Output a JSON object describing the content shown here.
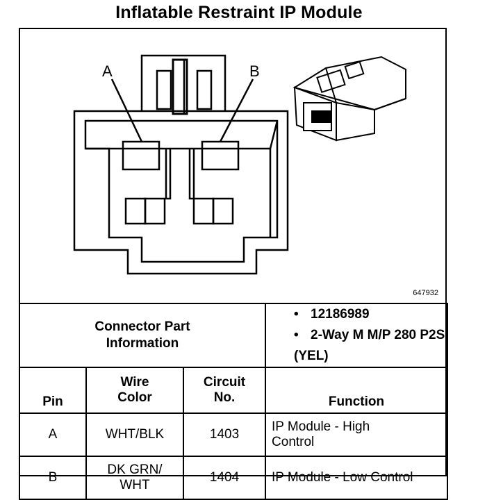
{
  "title": "Inflatable Restraint IP Module",
  "figure_number": "647932",
  "pin_labels": {
    "a": "A",
    "b": "B"
  },
  "part_info": {
    "label_line1": "Connector Part",
    "label_line2": "Information",
    "bullet": "•",
    "items": [
      "12186989",
      "2-Way M M/P 280 P2S (YEL)"
    ]
  },
  "table": {
    "headers": {
      "pin": "Pin",
      "wire_line1": "Wire",
      "wire_line2": "Color",
      "circuit_line1": "Circuit",
      "circuit_line2": "No.",
      "function": "Function"
    },
    "rows": [
      {
        "pin": "A",
        "wire_line1": "WHT/BLK",
        "wire_line2": "",
        "circuit": "1403",
        "function_line1": "IP Module - High",
        "function_line2": "Control"
      },
      {
        "pin": "B",
        "wire_line1": "DK GRN/",
        "wire_line2": "WHT",
        "circuit": "1404",
        "function_line1": "IP Module - Low Control",
        "function_line2": ""
      }
    ]
  }
}
